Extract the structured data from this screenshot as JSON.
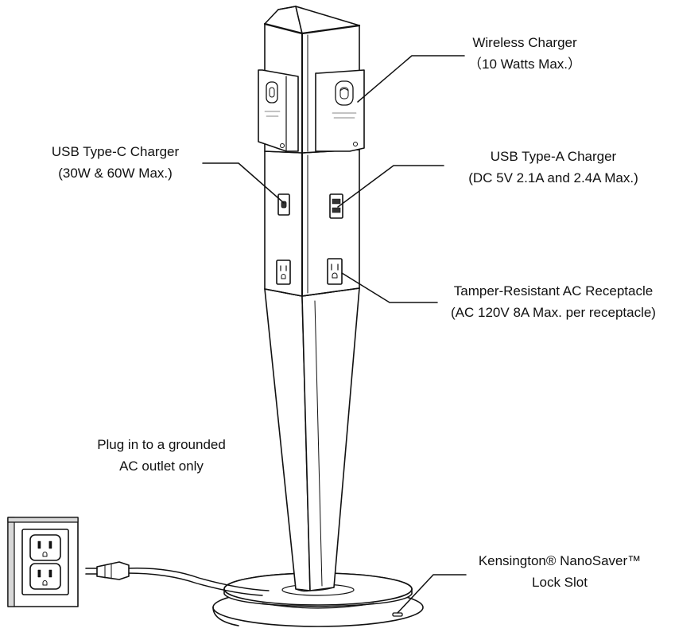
{
  "colors": {
    "stroke": "#111111",
    "fill": "#ffffff",
    "shade": "#d8d8d8",
    "dark": "#333333"
  },
  "callouts": {
    "wireless": {
      "line1": "Wireless Charger",
      "line2": "（10 Watts Max.）"
    },
    "usbc": {
      "line1": "USB Type-C Charger",
      "line2": "(30W & 60W Max.)"
    },
    "usba": {
      "line1": "USB Type-A Charger",
      "line2": "(DC 5V 2.1A and 2.4A Max.)"
    },
    "ac": {
      "line1": "Tamper-Resistant AC Receptacle",
      "line2": "(AC 120V 8A Max. per receptacle)"
    },
    "plug": {
      "line1": "Plug in to a grounded",
      "line2": "AC outlet only"
    },
    "lock": {
      "line1": "Kensington® NanoSaver™",
      "line2": "Lock Slot"
    }
  },
  "icons": [
    "wireless-charging-icon",
    "usb-c-port-icon",
    "usb-a-port-icon",
    "ac-receptacle-icon",
    "wall-outlet-icon",
    "power-plug-icon",
    "lock-slot-icon"
  ]
}
